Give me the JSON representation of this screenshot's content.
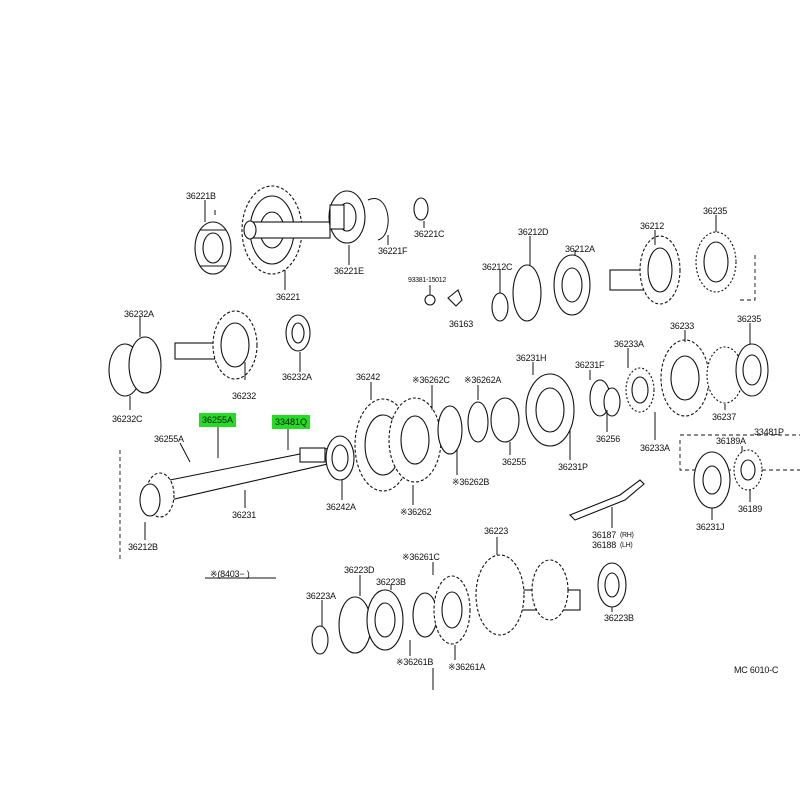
{
  "highlight_color": "#22dd22",
  "diagram_code": "MC 6010-C",
  "date_note": "※(8403−      )",
  "labels": {
    "p36221B": "36221B",
    "p36221": "36221",
    "p36221E": "36221E",
    "p36221F": "36221F",
    "p36221C": "36221C",
    "p93381": "93381-15012",
    "p36163": "36163",
    "p36212C": "36212C",
    "p36212D": "36212D",
    "p36212A": "36212A",
    "p36212": "36212",
    "p36235a": "36235",
    "p36232A": "36232A",
    "p36232": "36232",
    "p36232C": "36232C",
    "p36232A2": "36232A",
    "p36233": "36233",
    "p36235b": "36235",
    "p36242": "36242",
    "p36262C": "※36262C",
    "p36262A": "※36262A",
    "p36231H": "36231H",
    "p36231F": "36231F",
    "p36233A": "36233A",
    "p36237": "36237",
    "p36256": "36256",
    "p36233A2": "36233A",
    "p33481P": "33481P",
    "p36189A": "36189A",
    "p36255A_hl": "36255A",
    "p33481Q_hl": "33481Q",
    "p36255A": "36255A",
    "p36255": "36255",
    "p36262B": "※36262B",
    "p36231P": "36231P",
    "p36231J": "36231J",
    "p36189": "36189",
    "p36231": "36231",
    "p36242A": "36242A",
    "p36262": "※36262",
    "p36212B": "36212B",
    "p36187": "36187",
    "p36187rh": "(RH)",
    "p36188": "36188",
    "p36188lh": "(LH)",
    "p36223": "36223",
    "p36261C": "※36261C",
    "p36223D": "36223D",
    "p36223B": "36223B",
    "p36223A": "36223A",
    "p36261B": "※36261B",
    "p36261A": "※36261A",
    "p36223B2": "36223B"
  }
}
